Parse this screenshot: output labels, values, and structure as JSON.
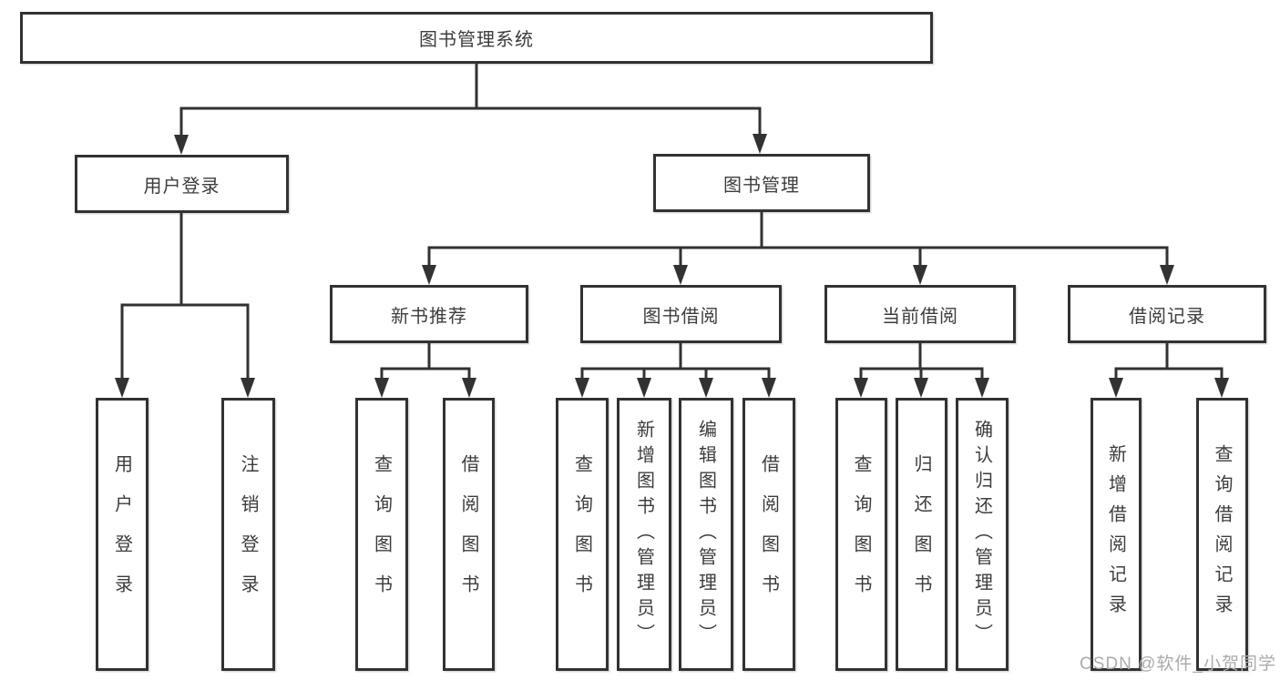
{
  "nodes": {
    "root": "图书管理系统",
    "user_login": "用户登录",
    "book_mgmt": "图书管理",
    "new_books": "新书推荐",
    "book_borrow": "图书借阅",
    "current_borrow": "当前借阅",
    "borrow_records": "借阅记录",
    "leaf_user_login": "用户登录",
    "leaf_logout": "注销登录",
    "leaf_query_books_newbooks": "查询图书",
    "leaf_borrow_books_newbooks": "借阅图书",
    "leaf_query_books_borrow": "查询图书",
    "leaf_add_books_admin": "新增图书（管理员）",
    "leaf_edit_books_admin": "编辑图书（管理员）",
    "leaf_borrow_books_borrow": "借阅图书",
    "leaf_query_books_current": "查询图书",
    "leaf_return_books": "归还图书",
    "leaf_confirm_return_admin": "确认归还（管理员）",
    "leaf_add_borrow_record": "新增借阅记录",
    "leaf_query_borrow_record": "查询借阅记录"
  },
  "watermark": "CSDN @软件_小贺同学",
  "colors": {
    "line": "#323232",
    "text": "#3c3c3c",
    "watermark": "#ababab",
    "background": "#ffffff"
  }
}
